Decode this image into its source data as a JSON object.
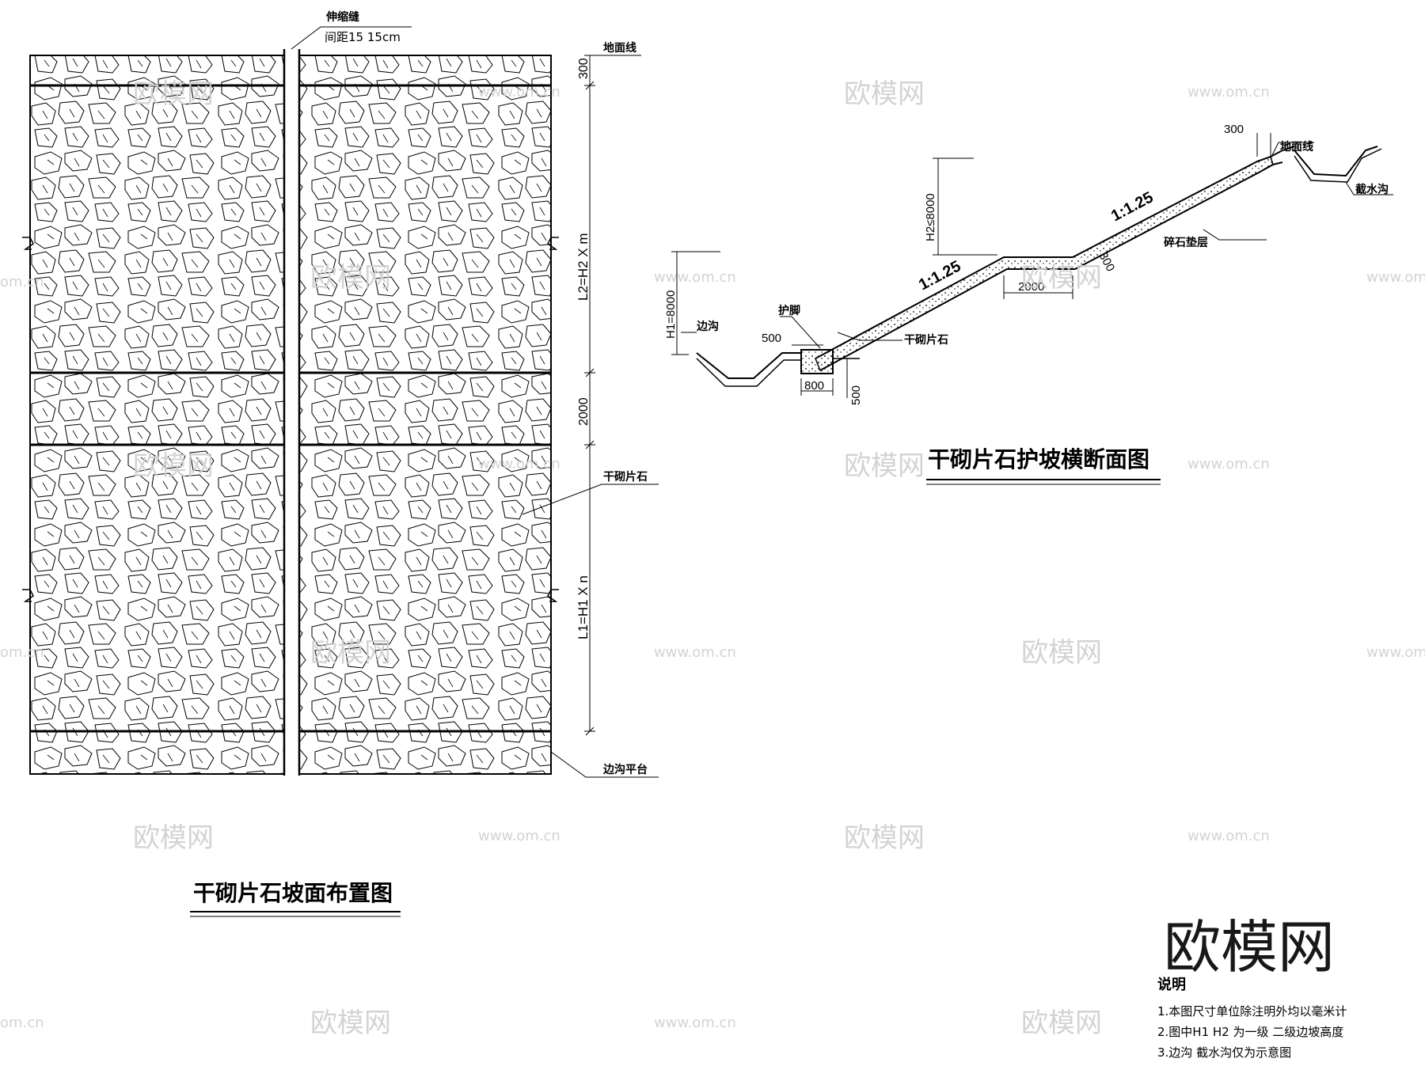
{
  "plan": {
    "title": "干砌片石坡面布置图",
    "joint_label": "伸缩缝",
    "joint_spacing": "间距15 15cm",
    "ground_line": "地面线",
    "dim_top": "300",
    "dim_upper": "L2=H2 X m",
    "dim_platform": "2000",
    "dim_lower": "L1=H1 X n",
    "stone_label": "干砌片石",
    "ditch_platform": "边沟平台"
  },
  "section": {
    "title": "干砌片石护坡横断面图",
    "ground_line": "地面线",
    "dim_top": "300",
    "intercept_ditch": "截水沟",
    "h2_label": "H2≤8000",
    "slope_upper": "1:1.25",
    "slope_lower": "1:1.25",
    "gravel_layer": "碎石垫层",
    "layer_thickness": "300",
    "platform_width": "2000",
    "h1_label": "H1=8000",
    "side_ditch": "边沟",
    "toe_label": "护脚",
    "toe_top": "500",
    "toe_width": "800",
    "toe_depth": "500",
    "stone_label": "干砌片石"
  },
  "notes": {
    "heading": "说明",
    "line1": "1.本图尺寸单位除注明外均以毫米计",
    "line2": "2.图中H1  H2  为一级  二级边坡高度",
    "line3": "3.边沟  截水沟仅为示意图"
  },
  "watermark": {
    "logo": "欧模网",
    "url": "www.om.cn",
    "url_short": "om.cn"
  }
}
